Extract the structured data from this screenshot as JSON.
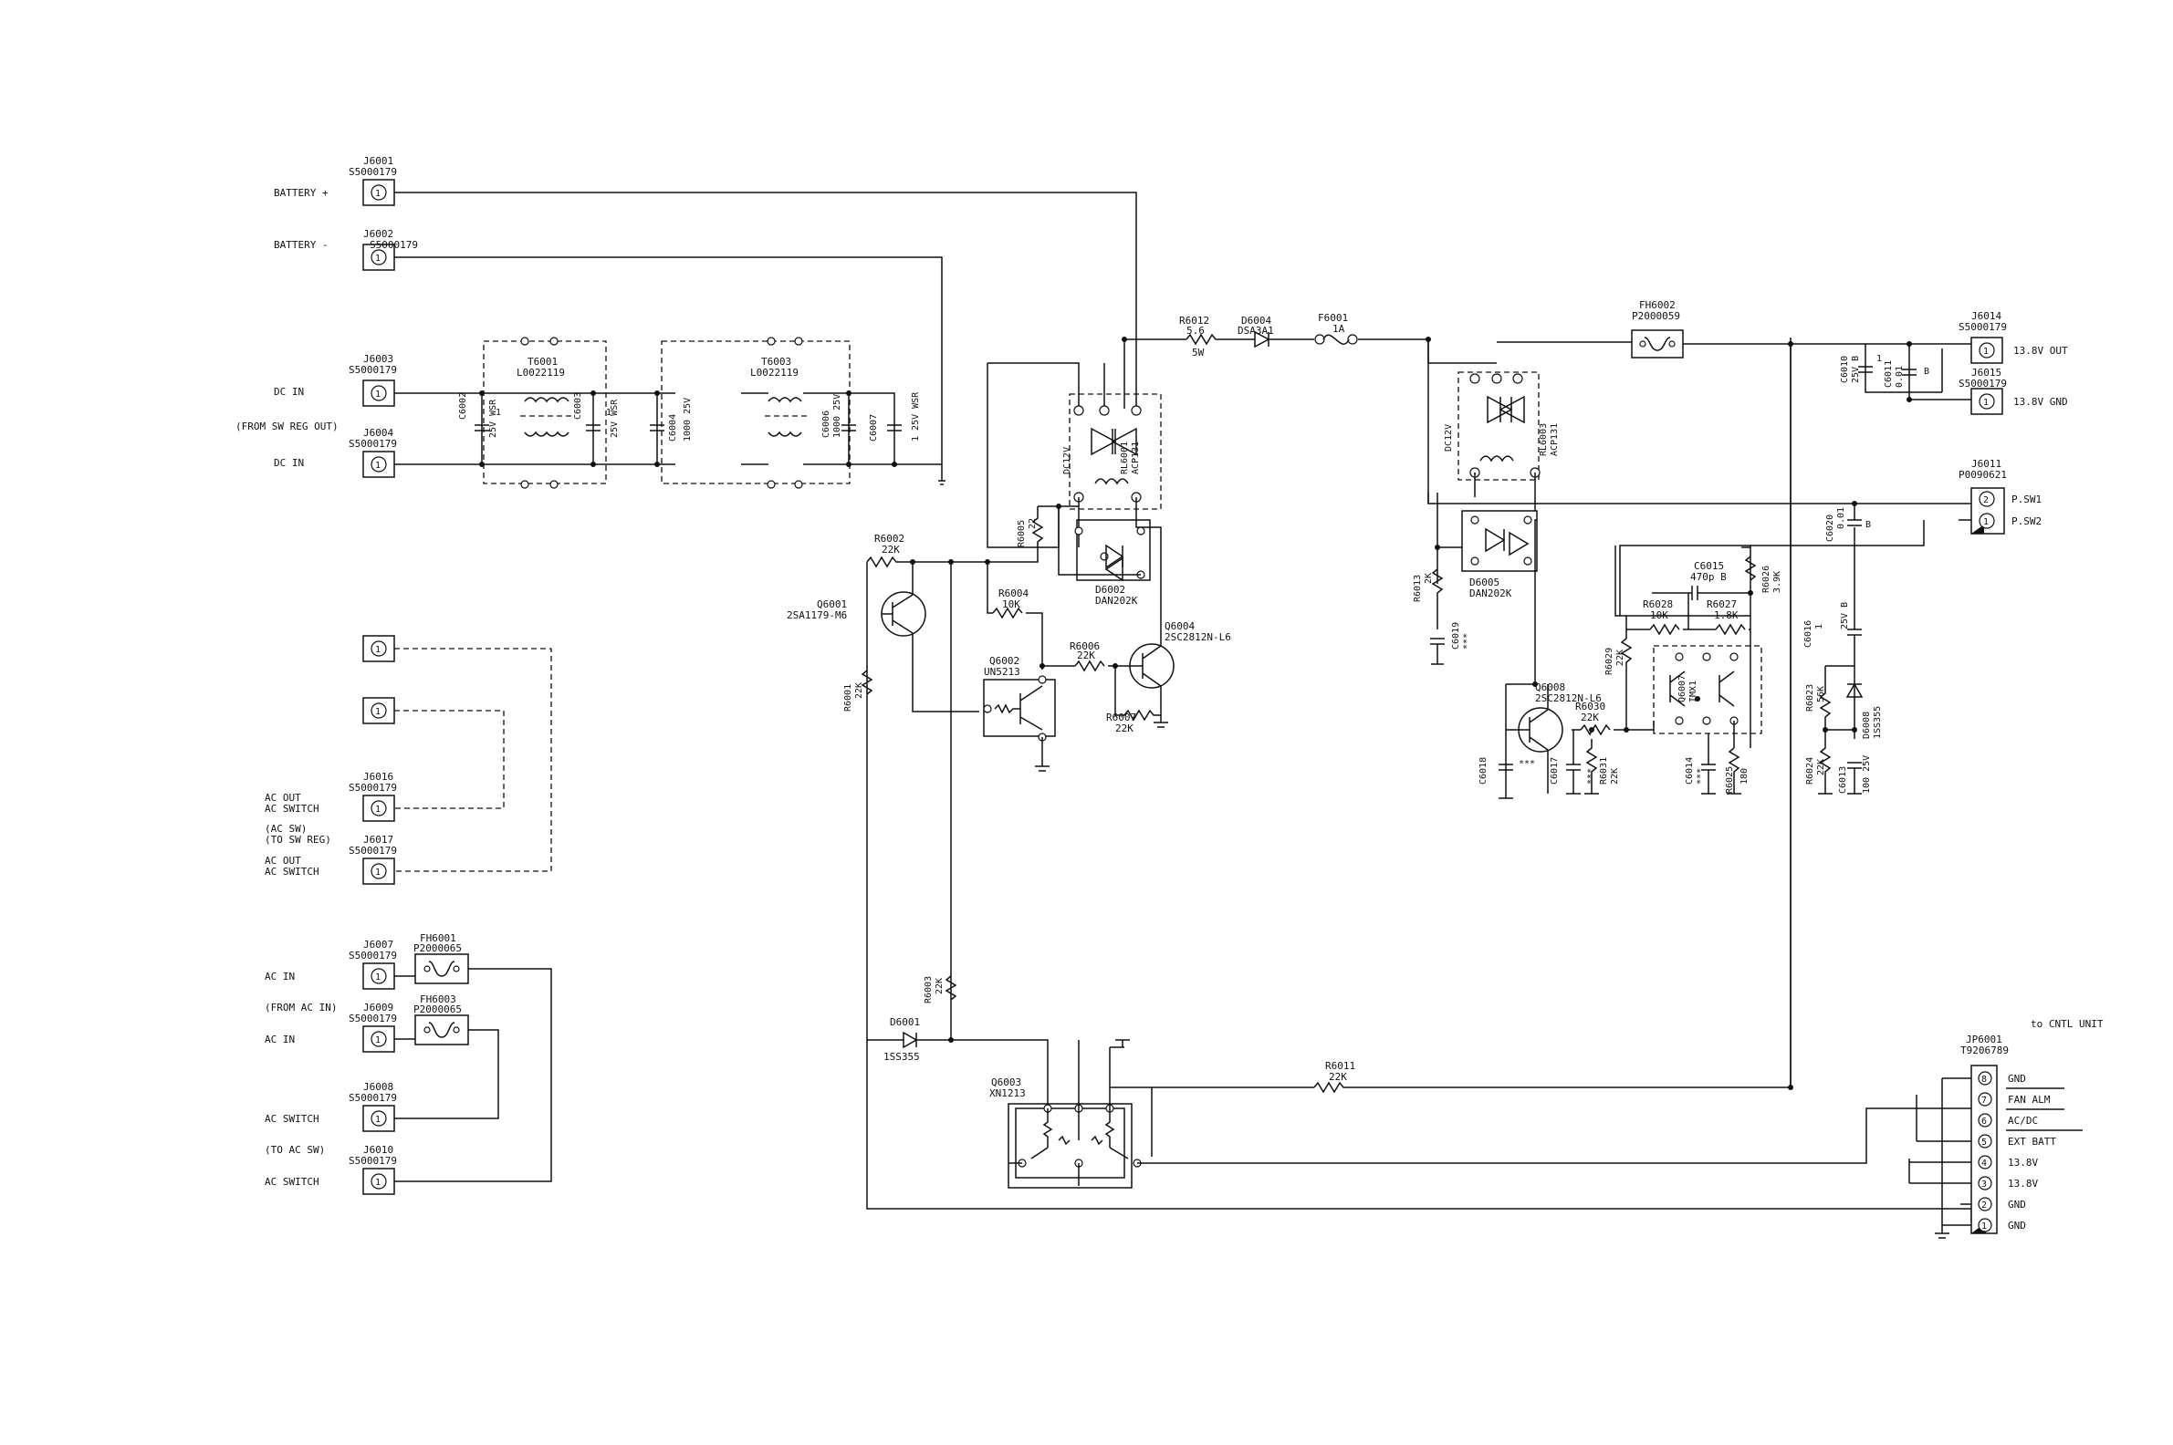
{
  "connectors": {
    "j6001": {
      "ref": "J6001",
      "part": "S5000179",
      "pin": "1",
      "label": "BATTERY  +"
    },
    "j6002": {
      "ref": "J6002",
      "part": "S5000179",
      "pin": "1",
      "label": "BATTERY  -"
    },
    "j6003": {
      "ref": "J6003",
      "part": "S5000179",
      "pin": "1",
      "label": "DC IN"
    },
    "j6004": {
      "ref": "J6004",
      "part": "S5000179",
      "pin": "1",
      "label": "DC IN"
    },
    "blank1": {
      "pin": "1"
    },
    "blank2": {
      "pin": "1"
    },
    "j6016": {
      "ref": "J6016",
      "part": "S5000179",
      "pin": "1",
      "label1": "AC OUT",
      "label2": "AC SWITCH"
    },
    "j6017": {
      "ref": "J6017",
      "part": "S5000179",
      "pin": "1",
      "label1": "AC OUT",
      "label2": "AC SWITCH"
    },
    "j6007": {
      "ref": "J6007",
      "part": "S5000179",
      "pin": "1",
      "label": "AC IN"
    },
    "j6009": {
      "ref": "J6009",
      "part": "S5000179",
      "pin": "1",
      "label": "AC IN"
    },
    "j6008": {
      "ref": "J6008",
      "part": "S5000179",
      "pin": "1",
      "label": "AC SWITCH"
    },
    "j6010": {
      "ref": "J6010",
      "part": "S5000179",
      "pin": "1",
      "label": "AC SWITCH"
    },
    "j6014": {
      "ref": "J6014",
      "part": "S5000179",
      "pin": "1",
      "label": "13.8V OUT"
    },
    "j6015": {
      "ref": "J6015",
      "part": "S5000179",
      "pin": "1",
      "label": "13.8V GND"
    }
  },
  "notes": {
    "from_sw_reg_out": "(FROM SW REG OUT)",
    "ac_sw": "(AC SW)",
    "to_sw_reg": "(TO SW REG)",
    "from_ac_in": "(FROM AC IN)",
    "to_ac_sw": "(TO AC SW)",
    "to_cntl_unit": "to CNTL UNIT"
  },
  "j6011": {
    "ref": "J6011",
    "part": "P0090621",
    "pins": [
      {
        "num": "2",
        "label": "P.SW1"
      },
      {
        "num": "1",
        "label": "P.SW2"
      }
    ]
  },
  "jp6001": {
    "ref": "JP6001",
    "part": "T9206789",
    "pins": [
      {
        "num": "8",
        "label": "GND"
      },
      {
        "num": "7",
        "label": "FAN ALM"
      },
      {
        "num": "6",
        "label": "AC/DC"
      },
      {
        "num": "5",
        "label": "EXT BATT"
      },
      {
        "num": "4",
        "label": "13.8V"
      },
      {
        "num": "3",
        "label": "13.8V"
      },
      {
        "num": "2",
        "label": "GND"
      },
      {
        "num": "1",
        "label": "GND"
      }
    ]
  },
  "fuse_holders": {
    "fh6001": {
      "ref": "FH6001",
      "part": "P2000065"
    },
    "fh6003": {
      "ref": "FH6003",
      "part": "P2000065"
    },
    "fh6002": {
      "ref": "FH6002",
      "part": "P2000059"
    },
    "f6001": {
      "ref": "F6001",
      "value": "1A"
    }
  },
  "transformers": {
    "t6001": {
      "ref": "T6001",
      "part": "L0022119"
    },
    "t6003": {
      "ref": "T6003",
      "part": "L0022119"
    }
  },
  "capacitors": {
    "c6002": {
      "ref": "C6002",
      "value": "1",
      "rating": "25V WSR"
    },
    "c6003": {
      "ref": "C6003",
      "value": "1",
      "rating": "25V WSR"
    },
    "c6004": {
      "ref": "C6004",
      "value": "1000 25V"
    },
    "c6006": {
      "ref": "C6006",
      "value": "1000 25V"
    },
    "c6007": {
      "ref": "C6007",
      "value": "1 25V WSR"
    },
    "c6010": {
      "ref": "C6010",
      "value": "1",
      "rating": "25V B"
    },
    "c6011": {
      "ref": "C6011",
      "value": "0.01",
      "rating": "B"
    },
    "c6020": {
      "ref": "C6020",
      "value": "0.01",
      "rating": "B"
    },
    "c6015": {
      "ref": "C6015",
      "value": "470p B"
    },
    "c6016": {
      "ref": "C6016",
      "value": "1",
      "rating": "25V B"
    },
    "c6019": {
      "ref": "C6019",
      "value": "***"
    },
    "c6018": {
      "ref": "C6018",
      "value": "***"
    },
    "c6017": {
      "ref": "C6017",
      "value": "***"
    },
    "c6014": {
      "ref": "C6014",
      "value": "***"
    },
    "c6013": {
      "ref": "C6013",
      "value": "100 25V"
    }
  },
  "resistors": {
    "r6012": {
      "ref": "R6012",
      "value": "5.6",
      "rating": "5W"
    },
    "r6002": {
      "ref": "R6002",
      "value": "22K"
    },
    "r6005": {
      "ref": "R6005",
      "value": "22"
    },
    "r6004": {
      "ref": "R6004",
      "value": "10K"
    },
    "r6006": {
      "ref": "R6006",
      "value": "22K"
    },
    "r6007": {
      "ref": "R6007",
      "value": "22K"
    },
    "r6001": {
      "ref": "R6001",
      "value": "22K"
    },
    "r6003": {
      "ref": "R6003",
      "value": "22K"
    },
    "r6011": {
      "ref": "R6011",
      "value": "22K"
    },
    "r6013": {
      "ref": "R6013",
      "value": "2K"
    },
    "r6028": {
      "ref": "R6028",
      "value": "10K"
    },
    "r6027": {
      "ref": "R6027",
      "value": "1.8K"
    },
    "r6026": {
      "ref": "R6026",
      "value": "3.9K"
    },
    "r6029": {
      "ref": "R6029",
      "value": "22K"
    },
    "r6030": {
      "ref": "R6030",
      "value": "22K"
    },
    "r6031": {
      "ref": "R6031",
      "value": "22K"
    },
    "r6025": {
      "ref": "R6025",
      "value": "180"
    },
    "r6023": {
      "ref": "R6023",
      "value": "56K"
    },
    "r6024": {
      "ref": "R6024",
      "value": "22K"
    }
  },
  "diodes": {
    "d6004": {
      "ref": "D6004",
      "part": "DSA3A1"
    },
    "d6002": {
      "ref": "D6002",
      "part": "DAN202K"
    },
    "d6005": {
      "ref": "D6005",
      "part": "DAN202K"
    },
    "d6001": {
      "ref": "D6001",
      "part": "1SS355"
    },
    "d6008": {
      "ref": "D6008",
      "part": "1SS355"
    }
  },
  "relays": {
    "rl6001": {
      "ref": "RL6001",
      "part": "ACP131",
      "coil": "DC12V"
    },
    "rl6003": {
      "ref": "RL6003",
      "part": "ACP131",
      "coil": "DC12V"
    }
  },
  "transistors": {
    "q6001": {
      "ref": "Q6001",
      "part": "2SA1179-M6"
    },
    "q6002": {
      "ref": "Q6002",
      "part": "UN5213"
    },
    "q6004": {
      "ref": "Q6004",
      "part": "2SC2812N-L6"
    },
    "q6008": {
      "ref": "Q6008",
      "part": "2SC2812N-L6"
    },
    "q6003": {
      "ref": "Q6003",
      "part": "XN1213"
    },
    "q6007": {
      "ref": "Q6007",
      "part": "IMX1"
    }
  }
}
